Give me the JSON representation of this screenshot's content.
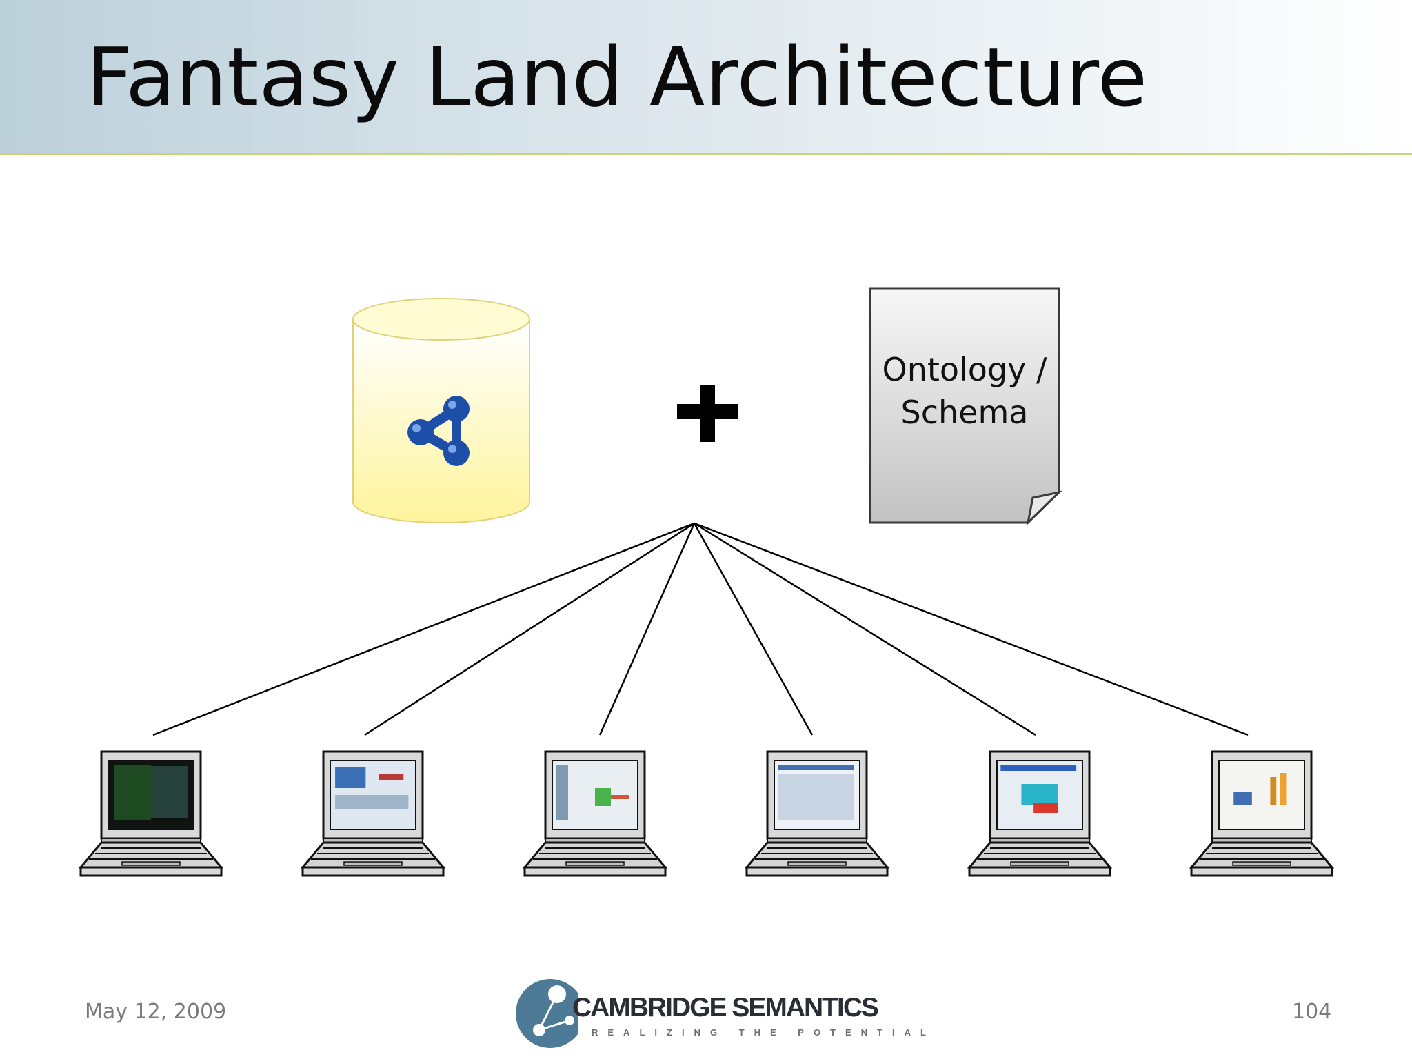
{
  "slide": {
    "title": "Fantasy Land Architecture",
    "date": "May 12, 2009",
    "page_number": "104"
  },
  "diagram": {
    "database_icon": "semantic-graph-database",
    "operator": "+",
    "document_label_line1": "Ontology /",
    "document_label_line2": "Schema",
    "laptops": [
      {
        "screen": "dark-3d-viewer"
      },
      {
        "screen": "spreadsheet-report"
      },
      {
        "screen": "pie-chart-dashboard"
      },
      {
        "screen": "data-grid"
      },
      {
        "screen": "heat-map-app"
      },
      {
        "screen": "bar-chart-dashboard"
      }
    ]
  },
  "logo": {
    "wordmark": "CAMBRIDGE SEMANTICS",
    "tagline": "REALIZING THE POTENTIAL"
  },
  "colors": {
    "database_fill": "#fff7a8",
    "graph_icon": "#1d4fa8",
    "document_fill": "#d6d6d6",
    "title_band_accent": "#c9d27d",
    "logo_circle": "#4d7a96"
  }
}
